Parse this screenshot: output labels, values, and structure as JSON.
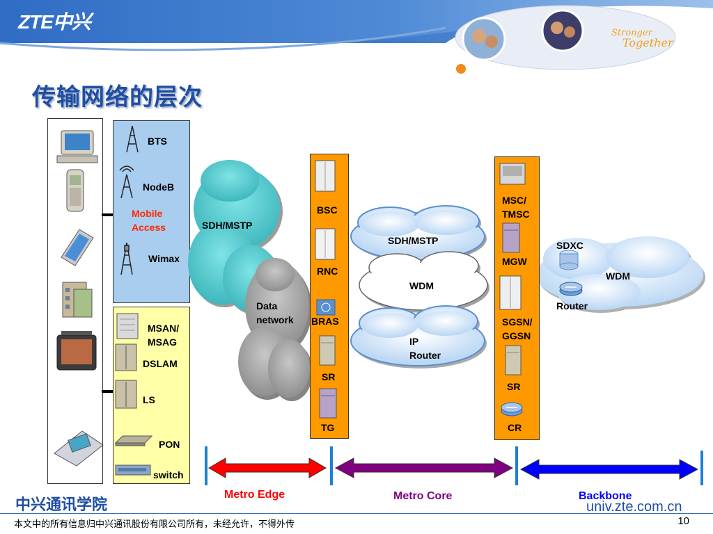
{
  "header": {
    "logo_text": "ZTE中兴",
    "slogan_line1": "Stronger",
    "slogan_line2": "Together"
  },
  "title": "传输网络的层次",
  "mobile_access": {
    "label": "Mobile\nAccess",
    "items": [
      "BTS",
      "NodeB",
      "Wimax"
    ]
  },
  "fixed_access": {
    "items": [
      "MSAN/\nMSAG",
      "DSLAM",
      "LS",
      "PON",
      "switch"
    ]
  },
  "clouds": {
    "sdh_left": "SDH/MSTP",
    "data_network": "Data\nnetwork",
    "sdh_mid": "SDH/MSTP",
    "wdm_mid": "WDM",
    "ip_router": "IP\nRouter",
    "wdm_right": "WDM"
  },
  "column1": {
    "items": [
      "BSC",
      "RNC",
      "BRAS",
      "SR",
      "TG"
    ]
  },
  "column2": {
    "items": [
      "MSC/\nTMSC",
      "MGW",
      "SGSN/\nGGSN",
      "SR",
      "CR"
    ]
  },
  "backbone_nodes": {
    "sdxc": "SDXC",
    "router": "Router"
  },
  "ranges": [
    {
      "label": "Metro Edge",
      "color": "#ff0000",
      "label_color": "#ff0000"
    },
    {
      "label": "Metro Core",
      "color": "#800080",
      "label_color": "#800080"
    },
    {
      "label": "Backbone",
      "color": "#0000ff",
      "label_color": "#0000ff"
    }
  ],
  "footer": {
    "school": "中兴通讯学院",
    "url": "univ.zte.com.cn",
    "copyright": "本文中的所有信息归中兴通讯股份有限公司所有，未经允许，不得外传",
    "page_number": "10"
  }
}
